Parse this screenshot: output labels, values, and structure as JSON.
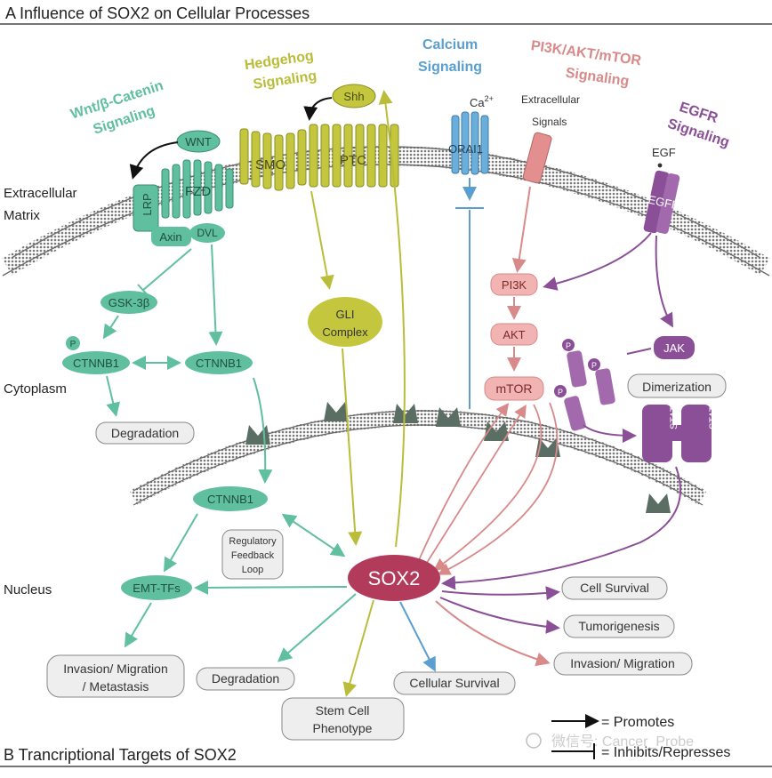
{
  "header": {
    "title_a": "A Influence of SOX2 on Cellular Processes",
    "title_b": "B Trancriptional Targets of SOX2"
  },
  "regions": {
    "ecm_line1": "Extracellular",
    "ecm_line2": "Matrix",
    "cytoplasm": "Cytoplasm",
    "nucleus": "Nucleus"
  },
  "pathways": {
    "wnt": {
      "line1": "Wnt/β-Catenin",
      "line2": "Signaling",
      "color": "#5fbf9f"
    },
    "hedgehog": {
      "line1": "Hedgehog",
      "line2": "Signaling",
      "color": "#b9bd3a"
    },
    "calcium": {
      "line1": "Calcium",
      "line2": "Signaling",
      "color": "#5a9fcf"
    },
    "pi3k": {
      "line1": "PI3K/AKT/mTOR",
      "line2": "Signaling",
      "color": "#d88a8a"
    },
    "egfr": {
      "line1": "EGFR",
      "line2": "Signaling",
      "color": "#8a4f96"
    }
  },
  "nodes": {
    "wnt": "WNT",
    "lrp": "LRP",
    "fzd": "FZD",
    "axin": "Axin",
    "dvl": "DVL",
    "gsk": "GSK-3β",
    "p": "P",
    "ctnnb1_p": "CTNNB1",
    "ctnnb1_free": "CTNNB1",
    "ctnnb1_nuc": "CTNNB1",
    "degradation_cyto": "Degradation",
    "smo": "SMO",
    "ptc": "PTC",
    "shh": "Shh",
    "gli_line1": "GLI",
    "gli_line2": "Complex",
    "ca": "Ca",
    "ca_sup": "2+",
    "orai1": "ORAI1",
    "extracellular_signals_line1": "Extracellular",
    "extracellular_signals_line2": "Signals",
    "pi3k": "PI3K",
    "akt": "AKT",
    "mtor": "mTOR",
    "egf": "EGF",
    "egfr": "EGFR",
    "jak": "JAK",
    "stat3": "STAT3",
    "dimerization": "Dimerization",
    "sox2": "SOX2",
    "feedback_line1": "Regulatory",
    "feedback_line2": "Feedback",
    "feedback_line3": "Loop",
    "emt": "EMT-TFs"
  },
  "outcomes": {
    "invasion_line1": "Invasion/ Migration",
    "invasion_line2": "/ Metastasis",
    "degradation_nuc": "Degradation",
    "stem_line1": "Stem Cell",
    "stem_line2": "Phenotype",
    "cellular_survival": "Cellular Survival",
    "cell_survival": "Cell Survival",
    "tumorigenesis": "Tumorigenesis",
    "invasion_migration": "Invasion/ Migration"
  },
  "legend": {
    "promotes": "= Promotes",
    "inhibits": "= Inhibits/Represses"
  },
  "watermark": "微信号: Cancer_Probe",
  "colors": {
    "wnt": "#5fbf9f",
    "hedgehog": "#b9bd3a",
    "calcium": "#5a9fcf",
    "pi3k": "#d88a8a",
    "egfr": "#8a4f96",
    "sox2": "#b23a5a",
    "pore": "#5a6e63"
  }
}
